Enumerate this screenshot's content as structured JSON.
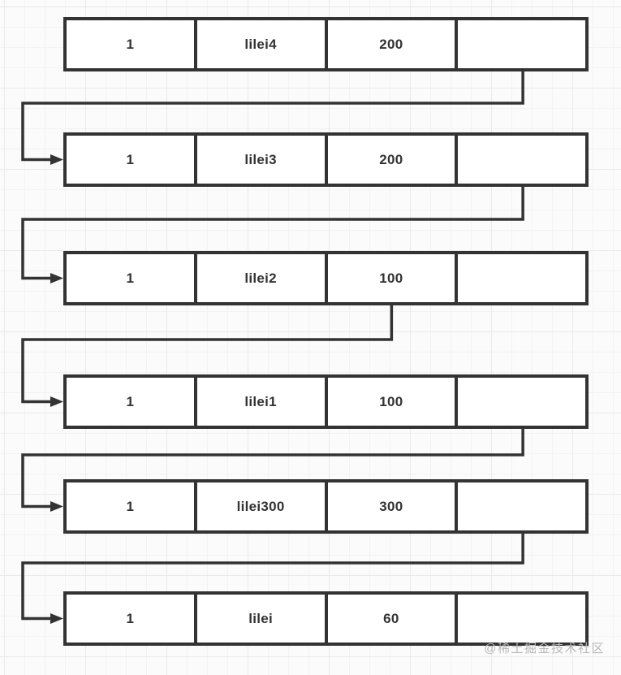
{
  "diagram": {
    "type": "linked-list",
    "nodes": [
      {
        "cells": [
          "1",
          "lilei4",
          "200",
          ""
        ],
        "next_exit_cell": 4
      },
      {
        "cells": [
          "1",
          "lilei3",
          "200",
          ""
        ],
        "next_exit_cell": 4
      },
      {
        "cells": [
          "1",
          "lilei2",
          "100",
          ""
        ],
        "next_exit_cell": 3
      },
      {
        "cells": [
          "1",
          "lilei1",
          "100",
          ""
        ],
        "next_exit_cell": 4
      },
      {
        "cells": [
          "1",
          "lilei300",
          "300",
          ""
        ],
        "next_exit_cell": 4
      },
      {
        "cells": [
          "1",
          "lilei",
          "60",
          ""
        ],
        "next_exit_cell": null
      }
    ],
    "colors": {
      "stroke": "#333333",
      "fill": "#ffffff",
      "text": "#333333",
      "background": "#fbfbfb",
      "grid_minor": "#f3f3f3",
      "grid_major": "#eaeaea",
      "watermark": "#b8b8b8"
    }
  },
  "watermark": {
    "text": "@稀土掘金技术社区"
  }
}
